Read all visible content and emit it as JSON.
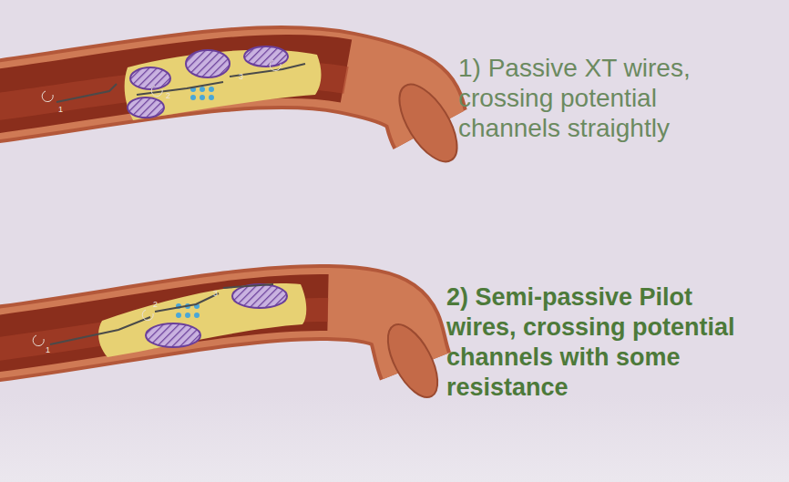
{
  "diagram": {
    "labels": [
      "1",
      "2",
      "3",
      "1) Passive XT wires, crossing potential channels straightly",
      "1",
      "2",
      "3",
      "2) Semi-passive Pilot wires, crossing potential channels with some resistance"
    ]
  }
}
